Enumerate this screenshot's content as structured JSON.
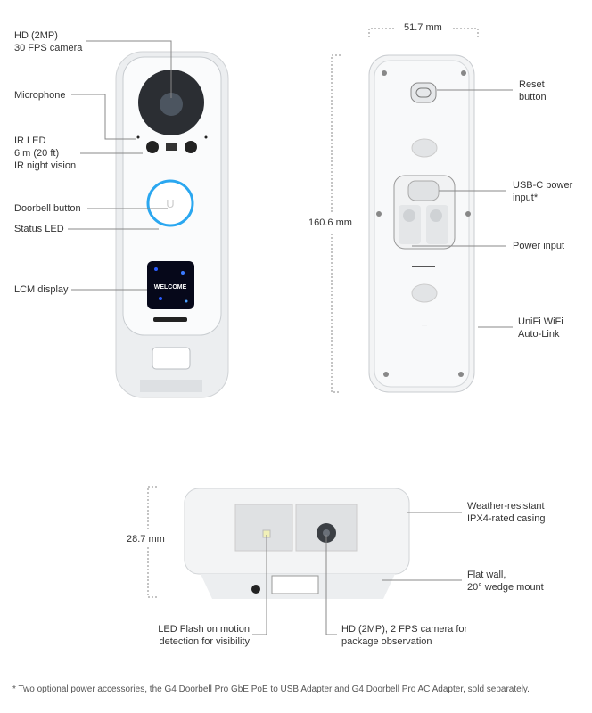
{
  "front_view": {
    "labels": {
      "camera": "HD (2MP)\n30 FPS camera",
      "microphone": "Microphone",
      "ir_led": "IR LED\n6 m (20 ft)\nIR night vision",
      "doorbell_button": "Doorbell button",
      "status_led": "Status LED",
      "lcm_display": "LCM display"
    },
    "screen_text": "WELCOME"
  },
  "back_view": {
    "width_dimension": "51.7 mm",
    "height_dimension": "160.6 mm",
    "labels": {
      "reset": "Reset\nbutton",
      "usbc": "USB-C power\ninput*",
      "power": "Power input",
      "wifi": "UniFi WiFi\nAuto-Link"
    }
  },
  "bottom_view": {
    "depth_dimension": "28.7 mm",
    "labels": {
      "casing": "Weather-resistant\nIPX4-rated casing",
      "mount": "Flat wall,\n20° wedge mount",
      "flash": "LED Flash on motion\ndetection for visibility",
      "package_camera": "HD (2MP), 2 FPS camera for\npackage observation"
    }
  },
  "footnote": "* Two optional power accessories, the G4 Doorbell Pro GbE PoE to USB Adapter and G4 Doorbell Pro AC Adapter, sold separately.",
  "colors": {
    "led_ring": "#2aa7f0",
    "device_body": "#f4f5f6",
    "camera": "#2b2e33"
  }
}
